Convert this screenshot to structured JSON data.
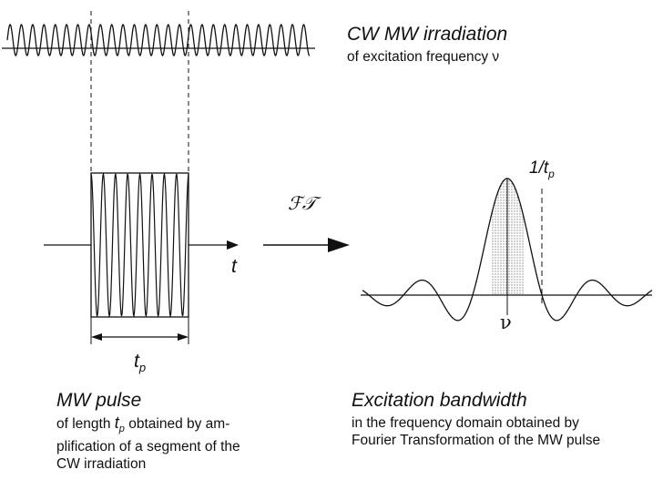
{
  "cw": {
    "title": "CW MW irradiation",
    "subtitle": "of excitation frequency ν"
  },
  "pulse": {
    "axis_label": "t",
    "length_label": "t",
    "length_sub": "p",
    "title": "MW pulse",
    "desc_line1_pre": "of length ",
    "desc_line1_t": "t",
    "desc_line1_sub": "p",
    "desc_line1_post": " obtained by am-",
    "desc_line2": "plification of a segment of the",
    "desc_line3": "CW irradiation"
  },
  "transform": {
    "label": "ℱ𝒯"
  },
  "spectrum": {
    "width_label": "1/t",
    "width_sub": "p",
    "center_label": "ν",
    "title": "Excitation bandwidth",
    "desc_line1": "in the frequency domain obtained by",
    "desc_line2": "Fourier Transformation of the MW pulse"
  },
  "colors": {
    "ink": "#111111",
    "shade": "#c8c8c8"
  }
}
